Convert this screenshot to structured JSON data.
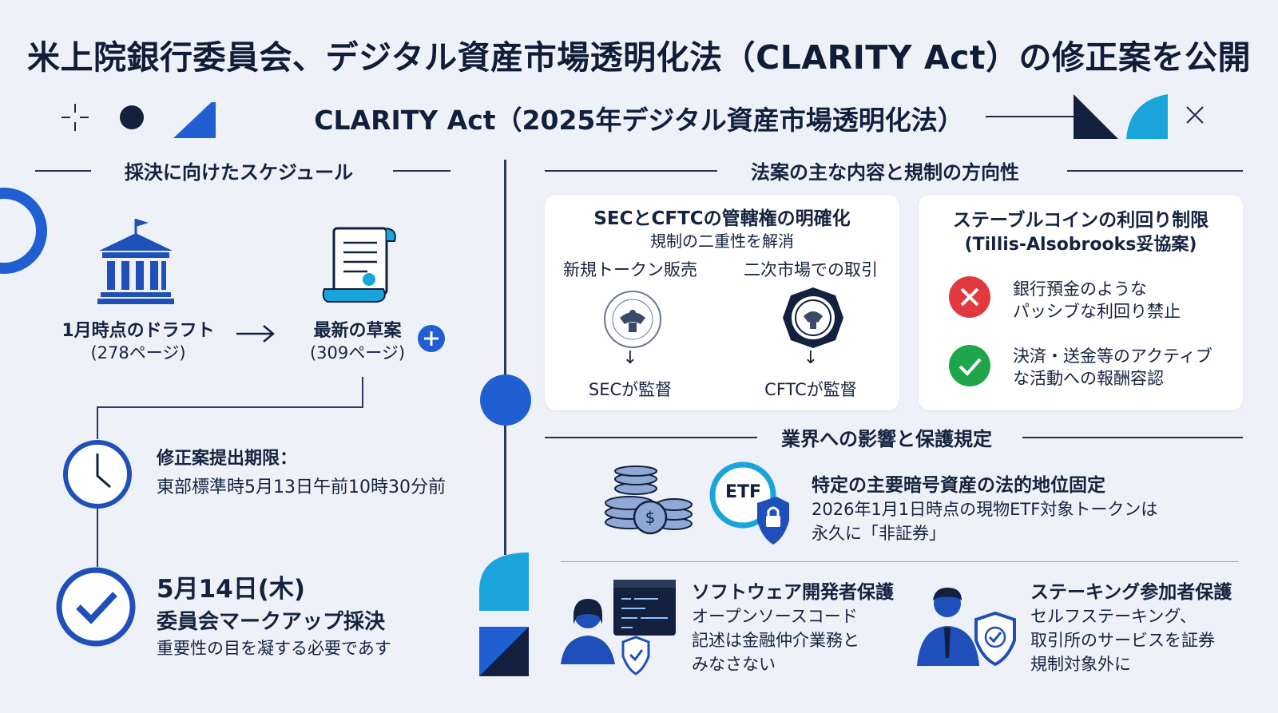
{
  "title": "米上院銀行委員会、デジタル資産市場透明化法（CLARITY Act）の修正案を公開",
  "subtitle": "CLARITY Act（2025年デジタル資産市場透明化法）",
  "schedule": {
    "heading": "採決に向けたスケジュール",
    "draft_jan": {
      "label": "1月時点のドラフト",
      "pages": "(278ページ)"
    },
    "latest_draft": {
      "label": "最新の草案",
      "pages": "(309ページ)"
    },
    "deadline": {
      "title": "修正案提出期限：",
      "detail": "東部標準時5月13日午前10時30分前"
    },
    "vote": {
      "date": "5月14日(木)",
      "title": "委員会マークアップ採決",
      "note": "重要性の目を凝する必要であす"
    }
  },
  "contents": {
    "heading": "法案の主な内容と規制の方向性",
    "jurisdiction": {
      "title": "SECとCFTCの管轄権の明確化",
      "subtitle": "規制の二重性を解消",
      "left_label": "新規トークン販売",
      "right_label": "二次市場での取引",
      "left_result": "SECが監督",
      "right_result": "CFTCが監督",
      "arrow": "↓"
    },
    "stablecoin": {
      "title_line1": "ステーブルコインの利回り制限",
      "title_line2": "(Tillis-Alsobrooks妥協案)",
      "banned_line1": "銀行預金のような",
      "banned_line2": "パッシブな利回り禁止",
      "allowed_line1": "決済・送金等のアクティブ",
      "allowed_line2": "な活動への報酬容認"
    }
  },
  "impact": {
    "heading": "業界への影響と保護規定",
    "etf_badge": "ETF",
    "legal_status": {
      "title": "特定の主要暗号資産の法的地位固定",
      "line1": "2026年1月1日時点の現物ETF対象トークンは",
      "line2": "永久に「非証券」"
    },
    "dev": {
      "title": "ソフトウェア開発者保護",
      "line1": "オープンソースコード",
      "line2": "記述は金融仲介業務と",
      "line3": "みなさない"
    },
    "staking": {
      "title": "ステーキング参加者保護",
      "line1": "セルフステーキング、",
      "line2": "取引所のサービスを証券",
      "line3": "規制対象外に"
    }
  },
  "colors": {
    "navy": "#0f1d38",
    "blue": "#1f4fb8",
    "cyan": "#17a2d8",
    "red": "#e0393e",
    "green": "#1fa64a",
    "bg": "#eef2f8"
  }
}
